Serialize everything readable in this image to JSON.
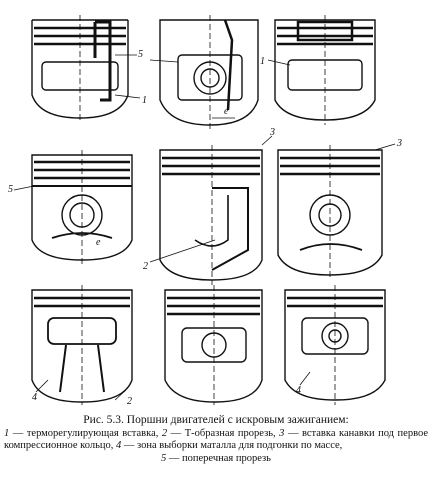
{
  "figure": {
    "callouts": {
      "p1_5": "5",
      "p1_1": "1",
      "p2_e": "e",
      "p3_1": "1",
      "p4_5": "5",
      "p4_e": "e",
      "p5_2": "2",
      "p5_3": "3",
      "p6_3": "3",
      "p7_4": "4",
      "p7_2": "2",
      "p9_4": "4"
    }
  },
  "caption": {
    "title": "Рис. 5.3. Поршни двигателей с искровым зажиганием:",
    "items": [
      {
        "num": "1",
        "text": " — терморегулирующая вставка, "
      },
      {
        "num": "2",
        "text": " — Т-образная прорезь, "
      },
      {
        "num": "3",
        "text": " — вставка канавки под первое компрессионное кольцо, "
      },
      {
        "num": "4",
        "text": " — зона выборки маталла для подгонки по массе,"
      }
    ],
    "last": {
      "num": "5",
      "text": " — поперечная прорезь"
    }
  }
}
